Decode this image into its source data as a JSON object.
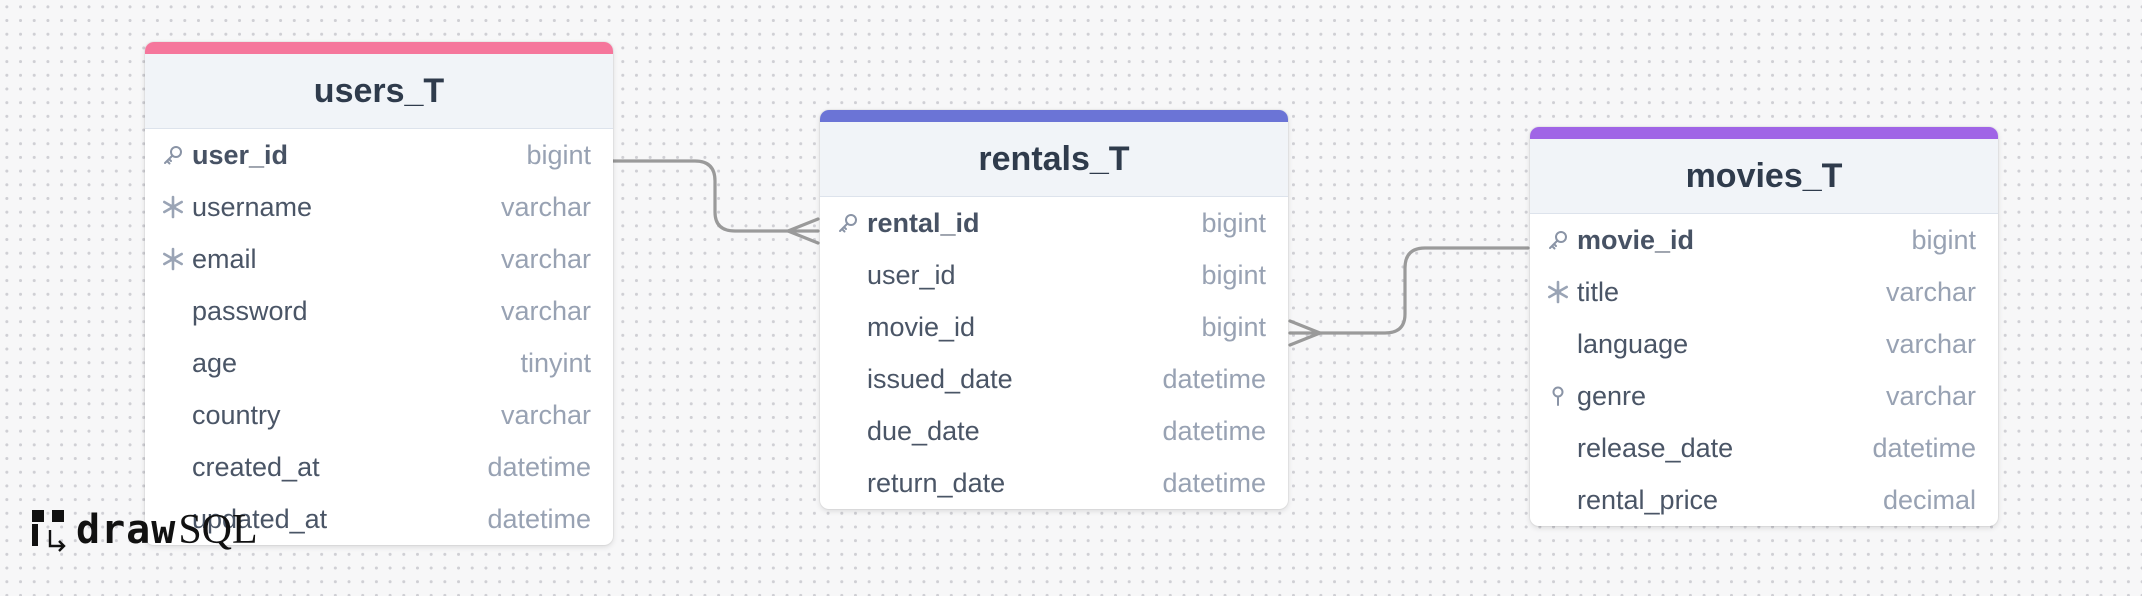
{
  "tables": [
    {
      "name": "users_T",
      "accent": "#f5769c",
      "columns": [
        {
          "name": "user_id",
          "type": "bigint",
          "icon": "key-icon",
          "primary": true
        },
        {
          "name": "username",
          "type": "varchar",
          "icon": "snowflake-icon",
          "primary": false
        },
        {
          "name": "email",
          "type": "varchar",
          "icon": "snowflake-icon",
          "primary": false
        },
        {
          "name": "password",
          "type": "varchar",
          "icon": "",
          "primary": false
        },
        {
          "name": "age",
          "type": "tinyint",
          "icon": "",
          "primary": false
        },
        {
          "name": "country",
          "type": "varchar",
          "icon": "",
          "primary": false
        },
        {
          "name": "created_at",
          "type": "datetime",
          "icon": "",
          "primary": false
        },
        {
          "name": "updated_at",
          "type": "datetime",
          "icon": "",
          "primary": false
        }
      ]
    },
    {
      "name": "rentals_T",
      "accent": "#6b74d6",
      "columns": [
        {
          "name": "rental_id",
          "type": "bigint",
          "icon": "key-icon",
          "primary": true
        },
        {
          "name": "user_id",
          "type": "bigint",
          "icon": "",
          "primary": false
        },
        {
          "name": "movie_id",
          "type": "bigint",
          "icon": "",
          "primary": false
        },
        {
          "name": "issued_date",
          "type": "datetime",
          "icon": "",
          "primary": false
        },
        {
          "name": "due_date",
          "type": "datetime",
          "icon": "",
          "primary": false
        },
        {
          "name": "return_date",
          "type": "datetime",
          "icon": "",
          "primary": false
        }
      ]
    },
    {
      "name": "movies_T",
      "accent": "#a065e6",
      "columns": [
        {
          "name": "movie_id",
          "type": "bigint",
          "icon": "key-icon",
          "primary": true
        },
        {
          "name": "title",
          "type": "varchar",
          "icon": "snowflake-icon",
          "primary": false
        },
        {
          "name": "language",
          "type": "varchar",
          "icon": "",
          "primary": false
        },
        {
          "name": "genre",
          "type": "varchar",
          "icon": "pin-icon",
          "primary": false
        },
        {
          "name": "release_date",
          "type": "datetime",
          "icon": "",
          "primary": false
        },
        {
          "name": "rental_price",
          "type": "decimal",
          "icon": "",
          "primary": false
        }
      ]
    }
  ],
  "relations": [
    {
      "from": "users_T.user_id",
      "to": "rentals_T.rental_id",
      "cardinality": "one-to-many"
    },
    {
      "from": "movies_T.movie_id",
      "to": "rentals_T.movie_id",
      "cardinality": "one-to-many"
    }
  ],
  "logo": {
    "part1": "draw",
    "part2": "SQL"
  }
}
